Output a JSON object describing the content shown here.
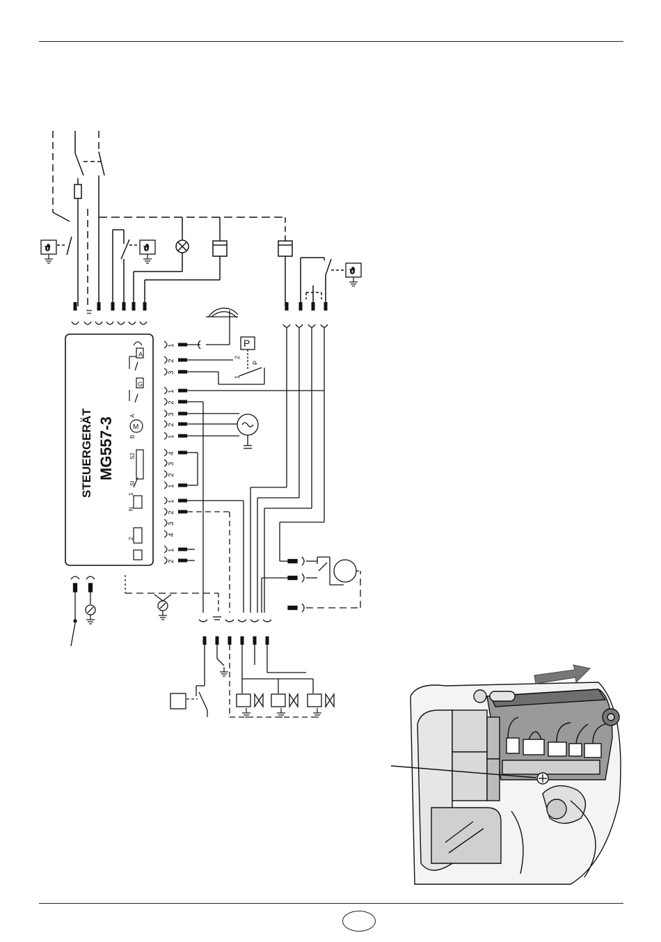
{
  "document": {
    "page_number": ""
  },
  "control_unit": {
    "title": "STEUERGERÄT",
    "model": "MG557-3"
  },
  "terminal_numbers": {
    "flame_block": [
      "1",
      "2",
      "3"
    ],
    "relay_block": [
      "1",
      "2"
    ],
    "motor_block": [
      "3",
      "2",
      "1"
    ],
    "servo_block": [
      "4",
      "3",
      "2",
      "1"
    ],
    "valve1_block": [
      "1",
      "2"
    ],
    "valve2_block": [
      "3",
      "4"
    ],
    "aux_block": [
      "1",
      "2"
    ]
  },
  "component_labels": {
    "pressure_switch": "P",
    "pressure_contact_2": "2",
    "pressure_contact_1": "1",
    "pressure_contact_p": "P",
    "motor": "M",
    "motor_b": "B",
    "motor_a": "A",
    "flame_a": "A",
    "relay_g": "G",
    "servo_s1": "SI",
    "servo_s2": "S2",
    "valve_n1": "1",
    "valve_n2": "2",
    "valve_n": "N"
  },
  "icons": [
    "fuse-icon",
    "lamp-icon",
    "thermostat-icon",
    "motor-icon",
    "valve-icon",
    "ground-icon",
    "electrode-icon",
    "push-arrow-icon"
  ]
}
